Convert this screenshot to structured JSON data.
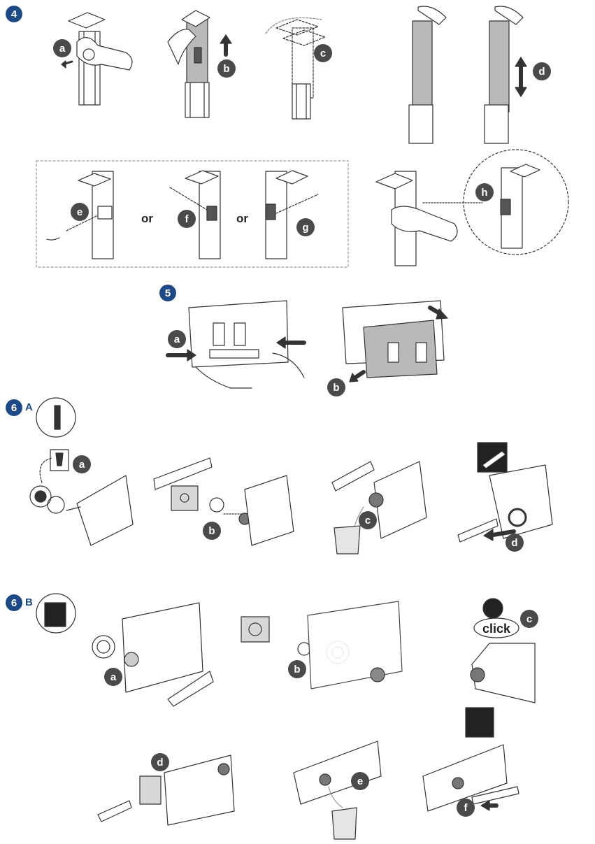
{
  "steps": {
    "s4": "4",
    "s5": "5",
    "s6a": {
      "num": "6",
      "suffix": "A"
    },
    "s6b": {
      "num": "6",
      "suffix": "B"
    }
  },
  "step4": {
    "a": "a",
    "b": "b",
    "c": "c",
    "d": "d",
    "e": "e",
    "f": "f",
    "g": "g",
    "h": "h",
    "or1": "or",
    "or2": "or"
  },
  "step5": {
    "a": "a",
    "b": "b"
  },
  "step6a": {
    "a": "a",
    "b": "b",
    "c": "c",
    "d": "d"
  },
  "step6b": {
    "a": "a",
    "b": "b",
    "c": "c",
    "d": "d",
    "e": "e",
    "f": "f",
    "click": "click"
  },
  "icons": [
    "wrench-icon",
    "hand-icon",
    "arrow-icon",
    "bucket-icon",
    "trash-icon",
    "sealant-tube-icon",
    "ear-icon",
    "pipe-icon"
  ],
  "colors": {
    "step_badge": "#1d4a86",
    "letter_badge": "#4a4a4a",
    "frame_fill": "#b9b9b9",
    "line": "#333333"
  }
}
